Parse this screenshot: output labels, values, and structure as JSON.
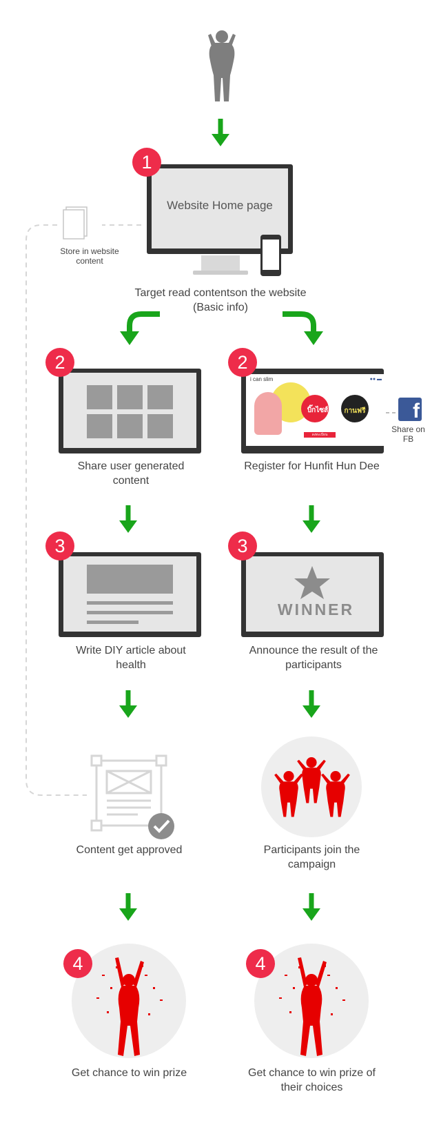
{
  "flow": {
    "home_screen_text": "Website Home page",
    "step_read": "Target read contentson the website (Basic info)",
    "store_note": "Store in website content",
    "share_ugc": "Share user generated content",
    "register": "Register for Hunfit Hun Dee",
    "share_fb": "Share on FB",
    "write_article": "Write DIY article about health",
    "announce": "Announce the result of the participants",
    "winner_text": "WINNER",
    "approved": "Content get approved",
    "participants_join": "Participants join the campaign",
    "prize_left": "Get chance to win prize",
    "prize_right": "Get chance to win prize of their choices"
  },
  "badges": {
    "b1": "1",
    "b2a": "2",
    "b2b": "2",
    "b3a": "3",
    "b3b": "3",
    "b4a": "4",
    "b4b": "4"
  },
  "banner": {
    "logo": "i can slim",
    "text_sale": "บิ๊กไซส์",
    "text_free": "กานฟรี",
    "button": "ลงทะเบียน"
  },
  "colors": {
    "arrow_green": "#19a51b",
    "badge_red": "#ee2c4a",
    "figure_red": "#e60000",
    "facebook_blue": "#3b5998"
  },
  "icons": {
    "top": "person-silhouette-icon",
    "fb": "facebook-icon",
    "doc": "document-icon",
    "check": "check-icon",
    "star": "star-icon"
  }
}
